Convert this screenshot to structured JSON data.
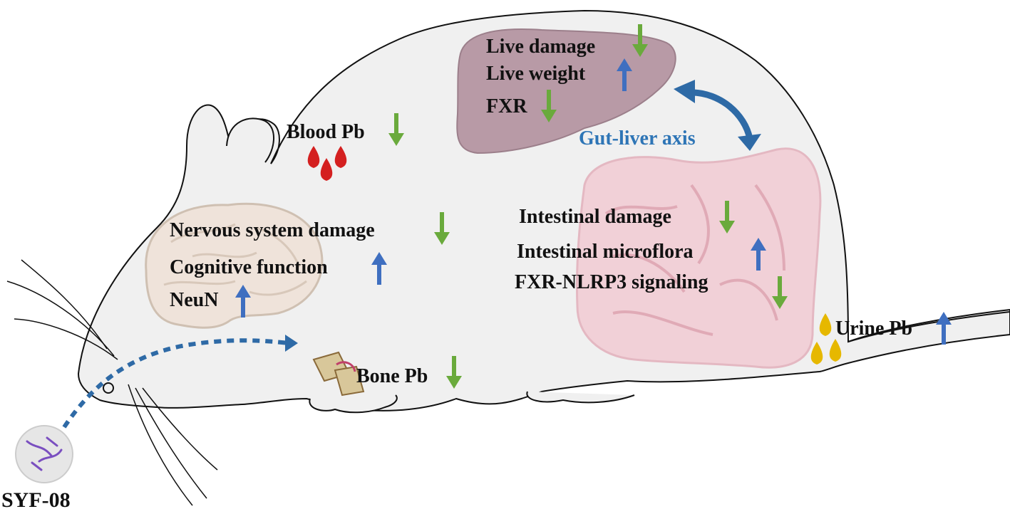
{
  "labels": {
    "live_damage": "Live damage",
    "live_weight": "Live weight",
    "fxr": "FXR",
    "gut_liver_axis": "Gut-liver axis",
    "blood_pb": "Blood Pb",
    "nervous_system_damage": "Nervous system damage",
    "cognitive_function": "Cognitive function",
    "neun": "NeuN",
    "intestinal_damage": "Intestinal damage",
    "intestinal_microflora": "Intestinal microflora",
    "fxr_nlrp3_signaling": "FXR-NLRP3 signaling",
    "urine_pb": "Urine Pb",
    "bone_pb": "Bone Pb",
    "strain": "SYF-08"
  },
  "directions": {
    "live_damage": "down",
    "live_weight": "up",
    "fxr": "down",
    "blood_pb": "down",
    "nervous_system_damage": "down",
    "cognitive_function": "up",
    "neun": "up",
    "intestinal_damage": "down",
    "intestinal_microflora": "up",
    "fxr_nlrp3_signaling": "down",
    "urine_pb": "up",
    "bone_pb": "down"
  },
  "colors": {
    "decrease_arrow": "#6aaa3c",
    "increase_arrow": "#3f6fc0",
    "axis_text": "#2e75b6",
    "axis_arrow": "#2e6aa6",
    "blood": "#d42020",
    "urine": "#e6b800",
    "liver": "#b89aa6",
    "intestine": "#f2cfd6",
    "brain": "#efe3da",
    "body_fill": "#f0f0f0",
    "dotted_path": "#2e6aa6",
    "bacteria": "#7a4fc0"
  }
}
